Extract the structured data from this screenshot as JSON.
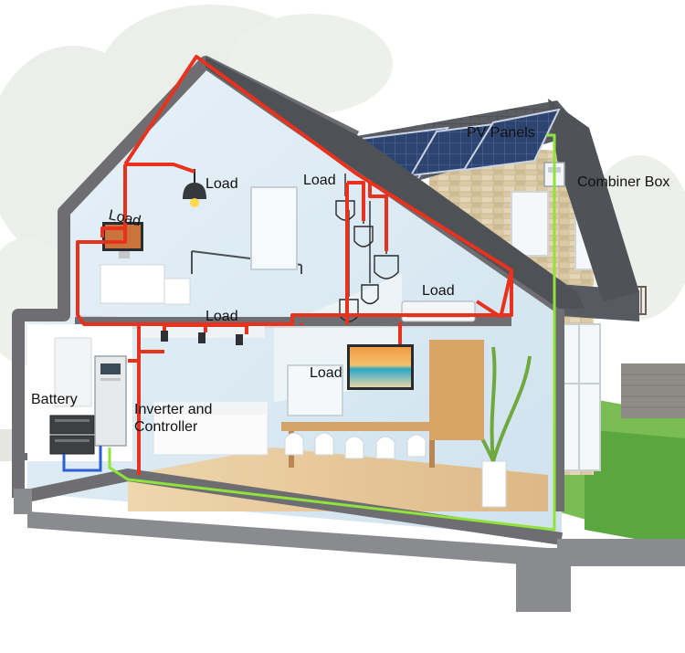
{
  "labels": {
    "pv_panels": "PV Panels",
    "combiner_box": "Combiner Box",
    "load_ceiling_lamp": "Load",
    "load_monitor": "Load",
    "load_pendant_lamps": "Load",
    "load_air_conditioner": "Load",
    "load_spotlights": "Load",
    "load_tv": "Load",
    "battery": "Battery",
    "inverter_controller": "Inverter and Controller"
  },
  "wiring_colors": {
    "ac_load_wiring": "#e8321e",
    "dc_pv_wiring": "#8fe33a",
    "battery_wiring": "#2c5fd6"
  },
  "colors": {
    "house_frame": "#6e6e72",
    "roof_shingles": "#55585e",
    "interior_walls": "#dfeef7",
    "stone_wall": "#d9c9a6",
    "floor_wood": "#e7c796",
    "pv_panel": "#2b3f66",
    "grass": "#58a640"
  },
  "icons": [
    "ceiling-lamp-icon",
    "pendant-lamp-icon",
    "monitor-icon",
    "air-conditioner-icon",
    "tv-icon",
    "spotlight-icon",
    "battery-icon",
    "inverter-icon",
    "combiner-box-icon",
    "solar-panel-icon"
  ]
}
